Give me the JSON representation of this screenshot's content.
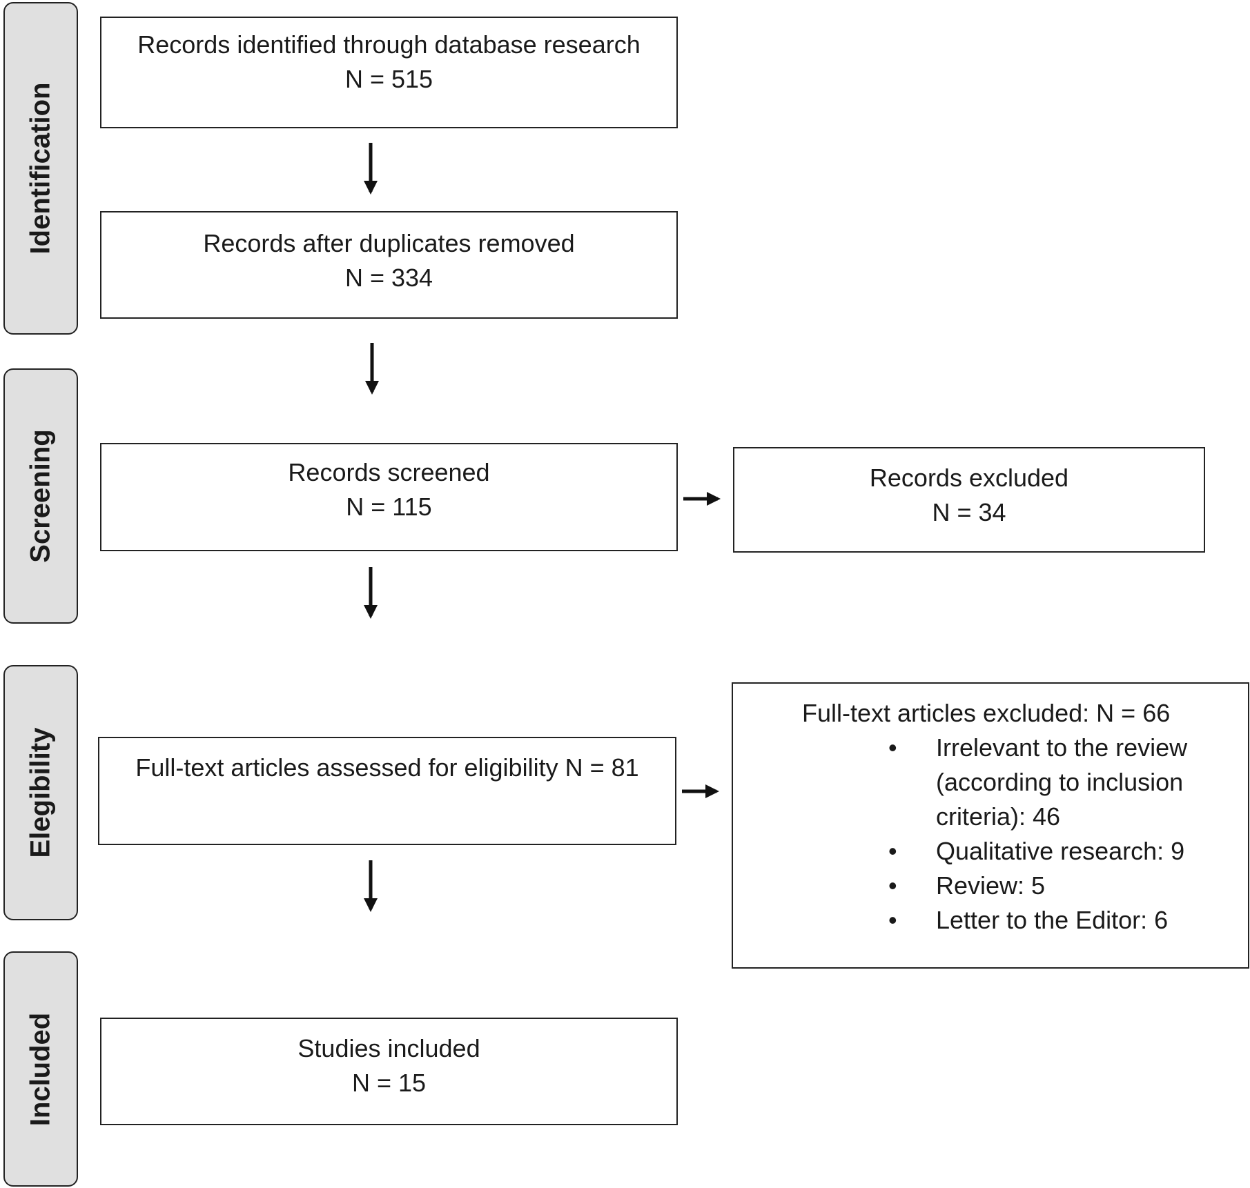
{
  "stages": {
    "identification": "Identification",
    "screening": "Screening",
    "eligibility": "Elegibility",
    "included": "Included"
  },
  "boxes": {
    "identified": {
      "line1": "Records identified through database research",
      "line2": "N = 515"
    },
    "deduplicated": {
      "line1": "Records after duplicates removed",
      "line2": "N = 334"
    },
    "screened": {
      "line1": "Records screened",
      "line2": "N = 115"
    },
    "excluded": {
      "line1": "Records excluded",
      "line2": "N = 34"
    },
    "assessed": {
      "line1": "Full-text articles assessed for eligibility N = 81"
    },
    "fulltext_excluded": {
      "heading": "Full-text articles excluded: N = 66",
      "bullet": "•",
      "reasons": [
        {
          "line1": "Irrelevant to the review",
          "line2": "(according to inclusion",
          "line3": "criteria): 46"
        },
        {
          "line1": "Qualitative research: 9"
        },
        {
          "line1": "Review: 5"
        },
        {
          "line1": "Letter to the Editor: 6"
        }
      ]
    },
    "included": {
      "line1": "Studies included",
      "line2": "N = 15"
    }
  }
}
